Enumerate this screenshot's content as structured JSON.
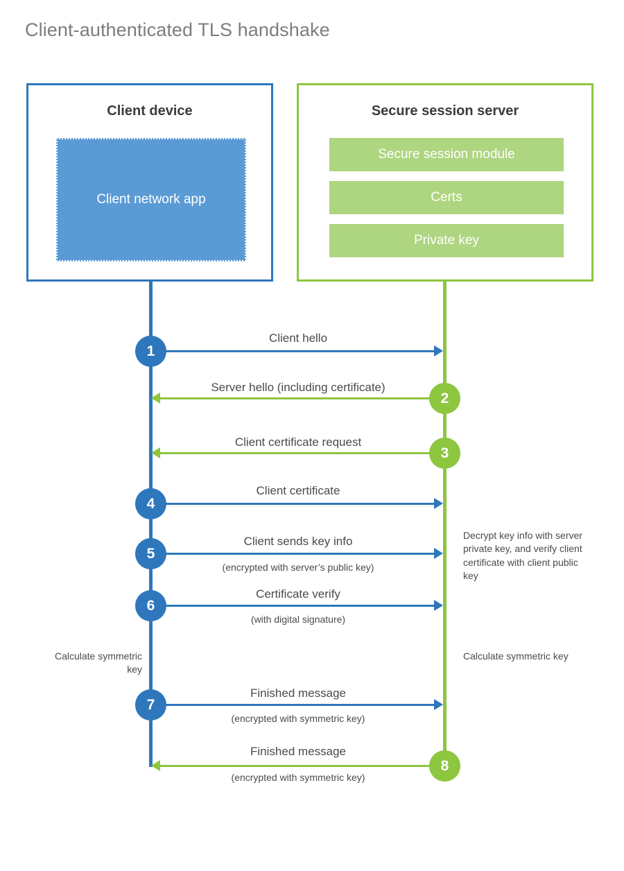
{
  "title": "Client-authenticated TLS handshake",
  "colors": {
    "blue": "#2e77bc",
    "blue_light": "#5b9bd5",
    "green": "#8dc63f",
    "green_light": "#aed580",
    "title_gray": "#7d7d7d",
    "text_gray": "#4a4a4a"
  },
  "client": {
    "title": "Client device",
    "app_label": "Client network app"
  },
  "server": {
    "title": "Secure session server",
    "modules": [
      {
        "label": "Secure session module"
      },
      {
        "label": "Certs"
      },
      {
        "label": "Private key"
      }
    ]
  },
  "steps": [
    {
      "number": "1",
      "label": "Client hello",
      "sublabel": "",
      "direction": "right",
      "color": "blue"
    },
    {
      "number": "2",
      "label": "Server hello (including certificate)",
      "sublabel": "",
      "direction": "left",
      "color": "green"
    },
    {
      "number": "3",
      "label": "Client certificate request",
      "sublabel": "",
      "direction": "left",
      "color": "green"
    },
    {
      "number": "4",
      "label": "Client certificate",
      "sublabel": "",
      "direction": "right",
      "color": "blue"
    },
    {
      "number": "5",
      "label": "Client sends key info",
      "sublabel": "(encrypted with server’s public key)",
      "direction": "right",
      "color": "blue"
    },
    {
      "number": "6",
      "label": "Certificate verify",
      "sublabel": "(with digital signature)",
      "direction": "right",
      "color": "blue"
    },
    {
      "number": "7",
      "label": "Finished message",
      "sublabel": "(encrypted with symmetric key)",
      "direction": "right",
      "color": "blue"
    },
    {
      "number": "8",
      "label": "Finished message",
      "sublabel": "(encrypted with symmetric key)",
      "direction": "left",
      "color": "green"
    }
  ],
  "notes": {
    "server_decrypt": "Decrypt key info with server private key, and verify client certificate with client public key",
    "client_calculate": "Calculate symmetric key",
    "server_calculate": "Calculate symmetric key"
  }
}
